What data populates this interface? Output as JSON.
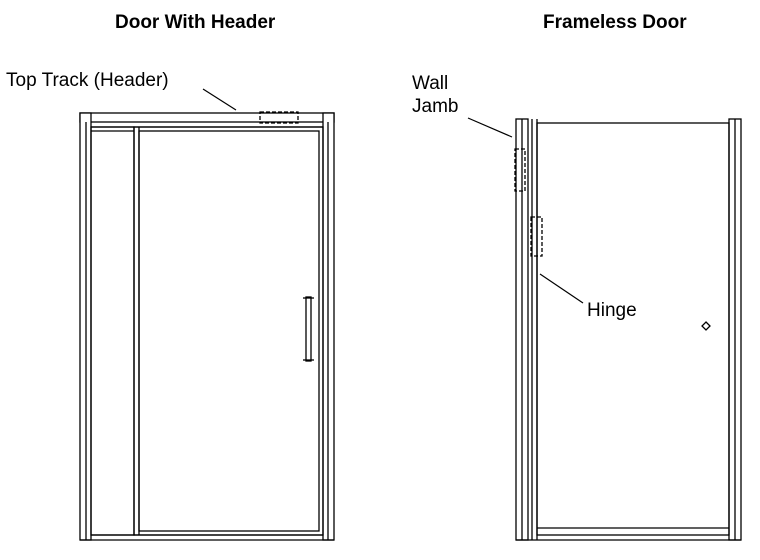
{
  "diagrams": [
    {
      "title": "Door With Header",
      "callouts": [
        "Top Track (Header)"
      ]
    },
    {
      "title": "Frameless Door",
      "callouts": [
        "Wall",
        "Jamb",
        "Hinge"
      ]
    }
  ]
}
